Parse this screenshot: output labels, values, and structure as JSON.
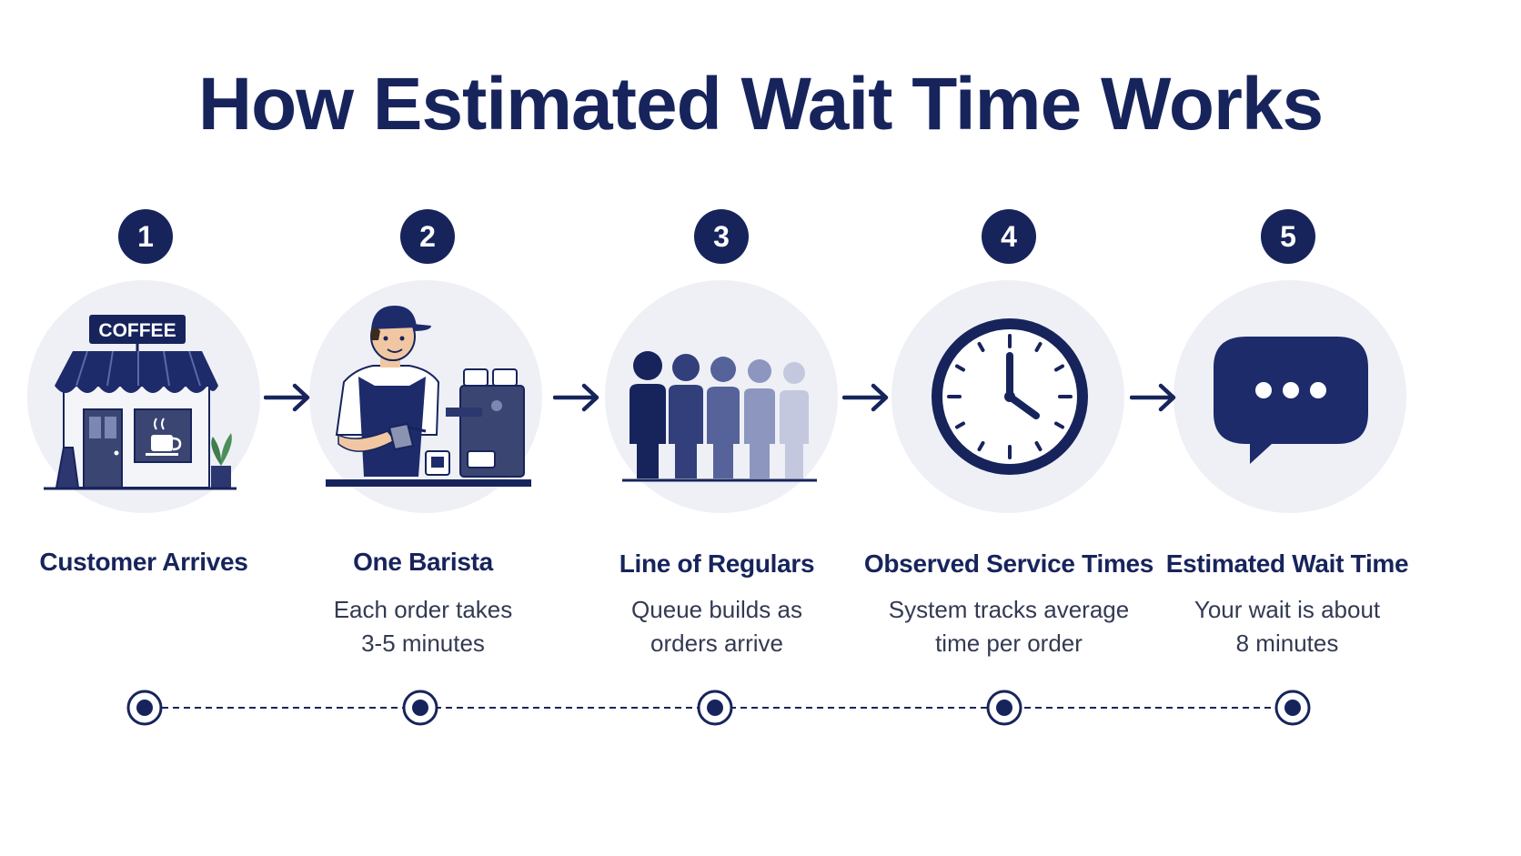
{
  "title": "How Estimated Wait Time Works",
  "colors": {
    "navy": "#17245c",
    "circle_bg": "#eef0f6"
  },
  "steps": [
    {
      "number": "1",
      "title": "Customer Arrives",
      "desc_line1": "",
      "desc_line2": "",
      "sign": "COFFEE",
      "icon": "coffee-shop-icon"
    },
    {
      "number": "2",
      "title": "One Barista",
      "desc_line1": "Each order takes",
      "desc_line2": "3-5 minutes",
      "icon": "barista-icon"
    },
    {
      "number": "3",
      "title": "Line of Regulars",
      "desc_line1": "Queue builds as",
      "desc_line2": "orders arrive",
      "icon": "queue-people-icon"
    },
    {
      "number": "4",
      "title": "Observed Service Times",
      "desc_line1": "System tracks average",
      "desc_line2": "time per order",
      "icon": "clock-icon"
    },
    {
      "number": "5",
      "title": "Estimated Wait Time",
      "desc_line1": "Your wait is about",
      "desc_line2": "8 minutes",
      "icon": "chat-bubble-icon"
    }
  ]
}
